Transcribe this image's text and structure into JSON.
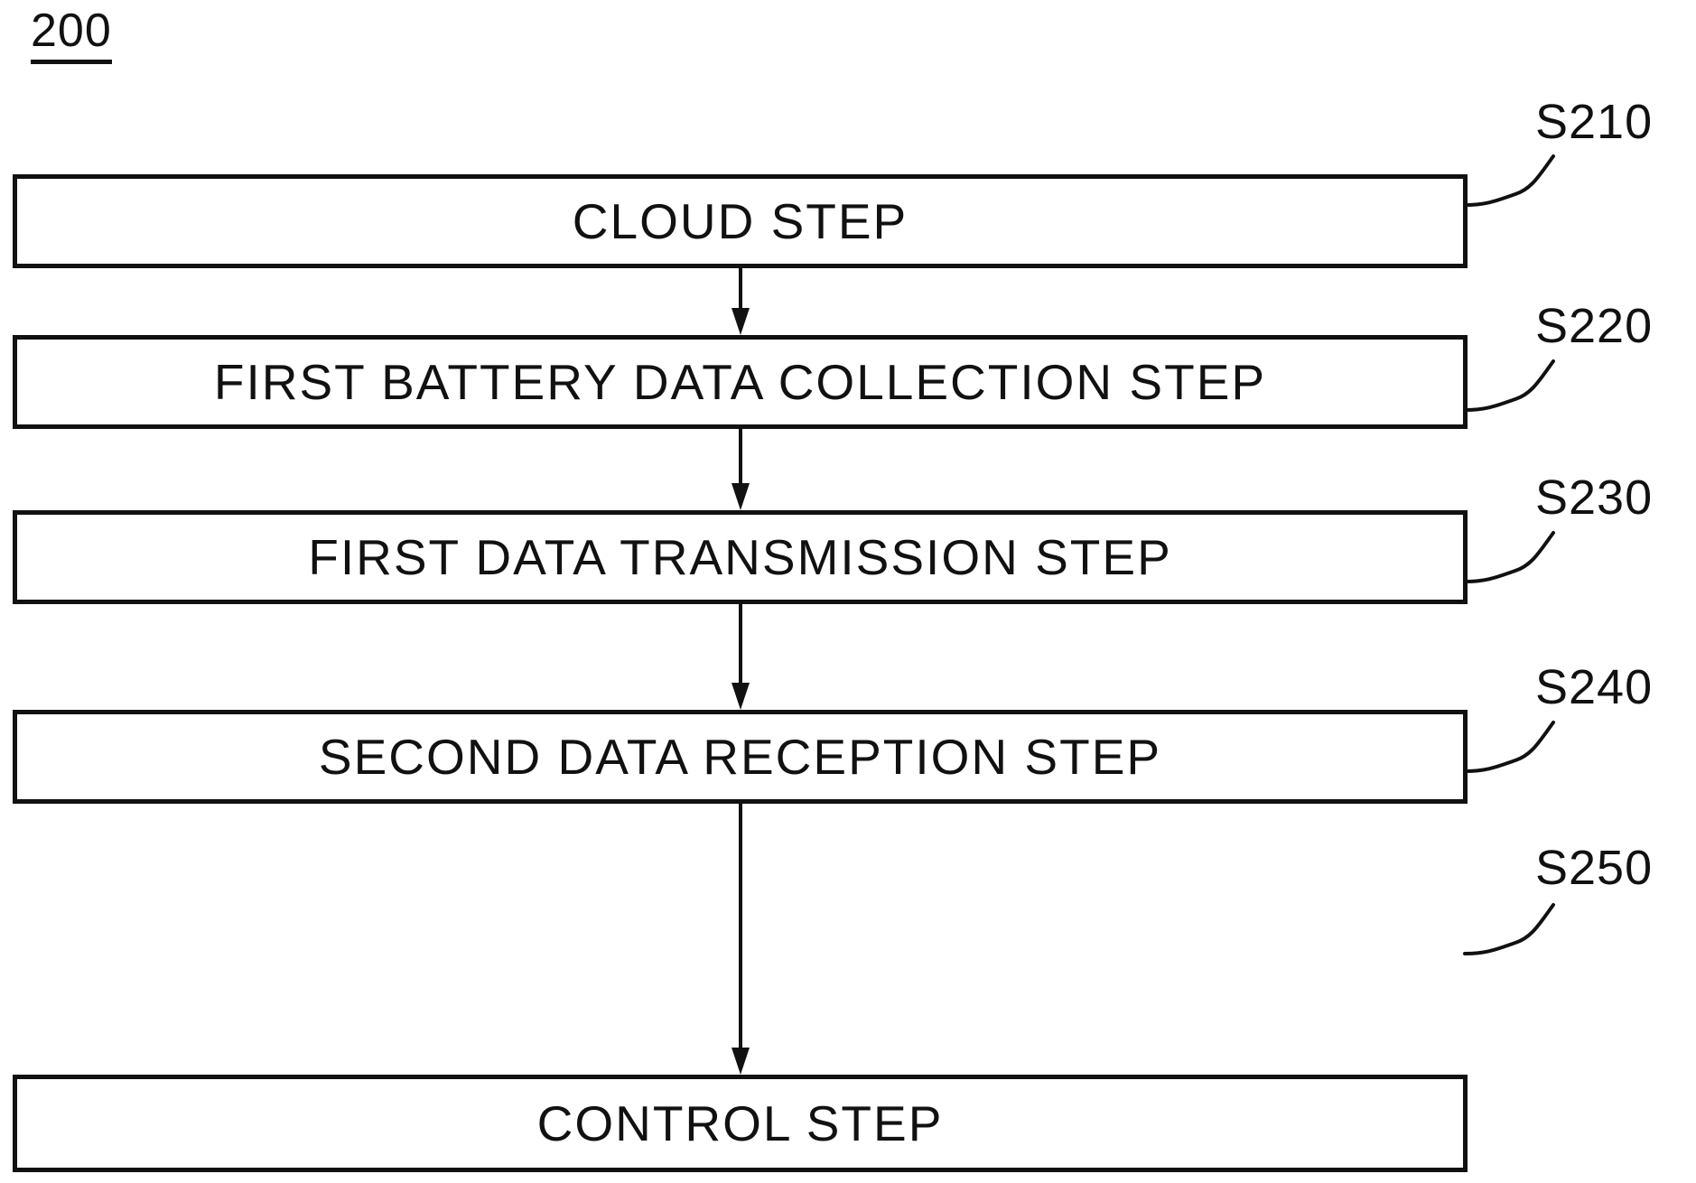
{
  "figure": {
    "number": "200",
    "type": "patent-flowchart",
    "title": "200"
  },
  "flow": {
    "steps": [
      {
        "id": "S210",
        "label": "CLOUD STEP",
        "ref": "S210"
      },
      {
        "id": "S220",
        "label": "FIRST BATTERY DATA COLLECTION STEP",
        "ref": "S220"
      },
      {
        "id": "S230",
        "label": "FIRST DATA TRANSMISSION STEP",
        "ref": "S230"
      },
      {
        "id": "S240",
        "label": "SECOND DATA RECEPTION STEP",
        "ref": "S240"
      },
      {
        "id": "S250",
        "label": "CONTROL STEP",
        "ref": "S250"
      }
    ],
    "connectors": [
      {
        "from": "S210",
        "to": "S220",
        "kind": "arrow-down"
      },
      {
        "from": "S220",
        "to": "S230",
        "kind": "arrow-down"
      },
      {
        "from": "S230",
        "to": "S240",
        "kind": "arrow-down"
      },
      {
        "from": "S240",
        "to": "S250",
        "kind": "arrow-down"
      }
    ]
  },
  "colors": {
    "ink": "#111111",
    "paper": "#ffffff"
  }
}
